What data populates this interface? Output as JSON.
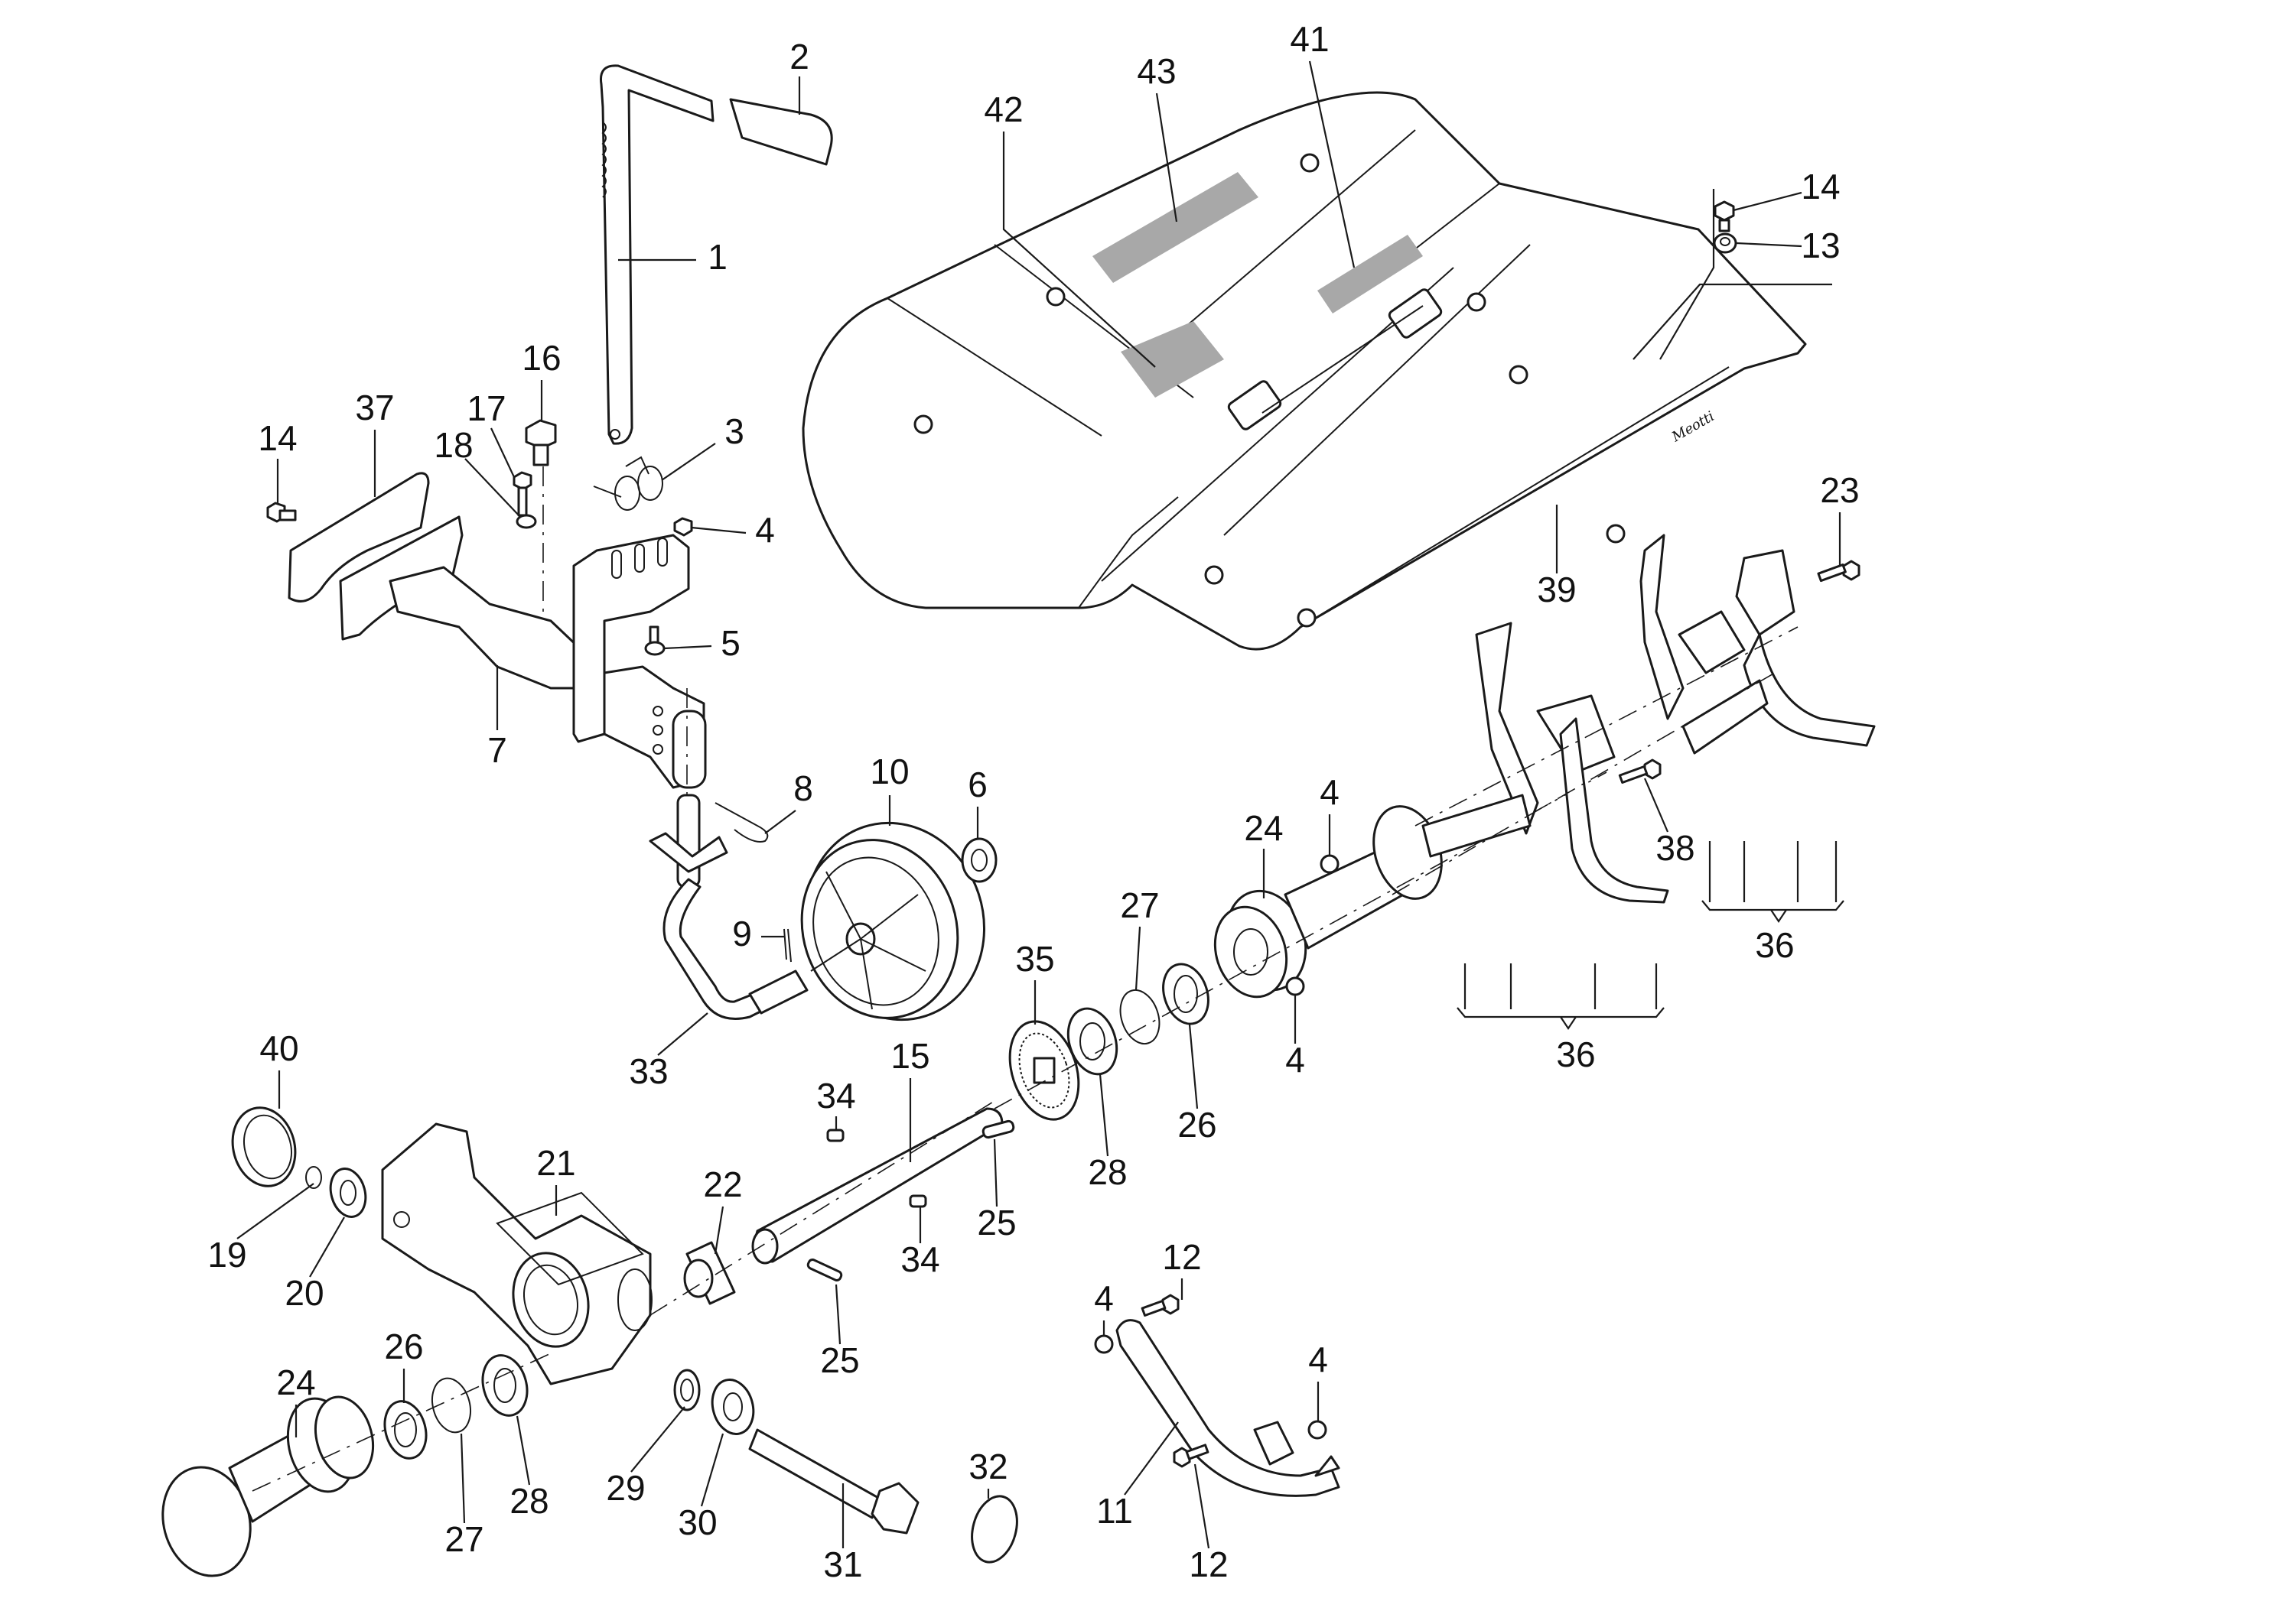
{
  "diagram": {
    "type": "exploded-parts-diagram",
    "subject": "tiller / rotary cultivator attachment",
    "signature": "Meotti",
    "colors": {
      "line": "#1a1a1a",
      "decal": "#a8a8a8",
      "background": "#ffffff"
    },
    "callouts": [
      {
        "id": "c1",
        "number": "1",
        "part": "depth-adjust-lever"
      },
      {
        "id": "c2",
        "number": "2",
        "part": "lever-grip"
      },
      {
        "id": "c3",
        "number": "3",
        "part": "torsion-spring"
      },
      {
        "id": "c4a",
        "number": "4",
        "part": "flange-nut"
      },
      {
        "id": "c5",
        "number": "5",
        "part": "shoulder-bolt"
      },
      {
        "id": "c7",
        "number": "7",
        "part": "mounting-bracket"
      },
      {
        "id": "c8",
        "number": "8",
        "part": "hairpin-clip"
      },
      {
        "id": "c9",
        "number": "9",
        "part": "cotter-pin"
      },
      {
        "id": "c10",
        "number": "10",
        "part": "transport-wheel"
      },
      {
        "id": "c6",
        "number": "6",
        "part": "washer"
      },
      {
        "id": "c14a",
        "number": "14",
        "part": "flange-bolt"
      },
      {
        "id": "c37",
        "number": "37",
        "part": "mounting-plate"
      },
      {
        "id": "c16",
        "number": "16",
        "part": "hex-bolt"
      },
      {
        "id": "c17",
        "number": "17",
        "part": "bolt"
      },
      {
        "id": "c18",
        "number": "18",
        "part": "washer"
      },
      {
        "id": "c42",
        "number": "42",
        "part": "decal"
      },
      {
        "id": "c43",
        "number": "43",
        "part": "decal"
      },
      {
        "id": "c41",
        "number": "41",
        "part": "decal"
      },
      {
        "id": "c14b",
        "number": "14",
        "part": "flange-bolt"
      },
      {
        "id": "c13",
        "number": "13",
        "part": "flange-nut"
      },
      {
        "id": "c23",
        "number": "23",
        "part": "bolt"
      },
      {
        "id": "c39",
        "number": "39",
        "part": "tine-cover"
      },
      {
        "id": "c24a",
        "number": "24",
        "part": "tine-hub-shaft"
      },
      {
        "id": "c4b",
        "number": "4",
        "part": "flange-nut"
      },
      {
        "id": "c4c",
        "number": "4",
        "part": "flange-nut"
      },
      {
        "id": "c27a",
        "number": "27",
        "part": "circlip"
      },
      {
        "id": "c35",
        "number": "35",
        "part": "bevel-gear"
      },
      {
        "id": "c28a",
        "number": "28",
        "part": "bearing"
      },
      {
        "id": "c26a",
        "number": "26",
        "part": "oil-seal"
      },
      {
        "id": "c36a",
        "number": "36",
        "part": "tine-assembly"
      },
      {
        "id": "c36b",
        "number": "36",
        "part": "tine-assembly"
      },
      {
        "id": "c38",
        "number": "38",
        "part": "bolt"
      },
      {
        "id": "c40",
        "number": "40",
        "part": "seal-cap"
      },
      {
        "id": "c19",
        "number": "19",
        "part": "snap-ring"
      },
      {
        "id": "c20",
        "number": "20",
        "part": "bearing"
      },
      {
        "id": "c21",
        "number": "21",
        "part": "gearbox-housing"
      },
      {
        "id": "c22",
        "number": "22",
        "part": "bushing"
      },
      {
        "id": "c15",
        "number": "15",
        "part": "drive-shaft"
      },
      {
        "id": "c34a",
        "number": "34",
        "part": "key"
      },
      {
        "id": "c34b",
        "number": "34",
        "part": "key"
      },
      {
        "id": "c25a",
        "number": "25",
        "part": "roll-pin"
      },
      {
        "id": "c25b",
        "number": "25",
        "part": "roll-pin"
      },
      {
        "id": "c33",
        "number": "33",
        "part": "wheel-arm"
      },
      {
        "id": "c26b",
        "number": "26",
        "part": "oil-seal"
      },
      {
        "id": "c24b",
        "number": "24",
        "part": "tine-hub-shaft"
      },
      {
        "id": "c27b",
        "number": "27",
        "part": "circlip"
      },
      {
        "id": "c28b",
        "number": "28",
        "part": "bearing"
      },
      {
        "id": "c29",
        "number": "29",
        "part": "oil-seal"
      },
      {
        "id": "c30",
        "number": "30",
        "part": "bearing"
      },
      {
        "id": "c31",
        "number": "31",
        "part": "pinion-shaft"
      },
      {
        "id": "c32",
        "number": "32",
        "part": "cap"
      },
      {
        "id": "c11",
        "number": "11",
        "part": "drag-stake"
      },
      {
        "id": "c12a",
        "number": "12",
        "part": "bolt"
      },
      {
        "id": "c4d",
        "number": "4",
        "part": "flange-nut"
      },
      {
        "id": "c4e",
        "number": "4",
        "part": "flange-nut"
      },
      {
        "id": "c12b",
        "number": "12",
        "part": "bolt"
      }
    ]
  }
}
